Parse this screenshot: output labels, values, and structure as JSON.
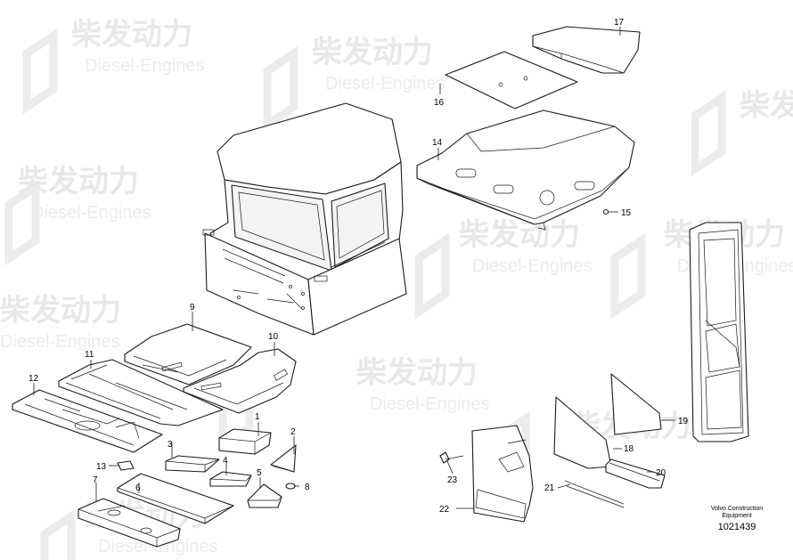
{
  "watermark": {
    "brand_text": "柴发动力",
    "sub_text": "Diesel-Engines"
  },
  "callouts": [
    "1",
    "2",
    "3",
    "4",
    "5",
    "6",
    "7",
    "8",
    "9",
    "10",
    "11",
    "12",
    "13",
    "14",
    "15",
    "16",
    "17",
    "19",
    "18",
    "20",
    "21",
    "22",
    "23"
  ],
  "footer": {
    "brand_line1": "Volvo Construction",
    "brand_line2": "Equipment",
    "drawing_number": "1021439"
  },
  "colors": {
    "line": "#1a1a1a",
    "background": "#ffffff",
    "watermark": "#e8e8e8"
  }
}
